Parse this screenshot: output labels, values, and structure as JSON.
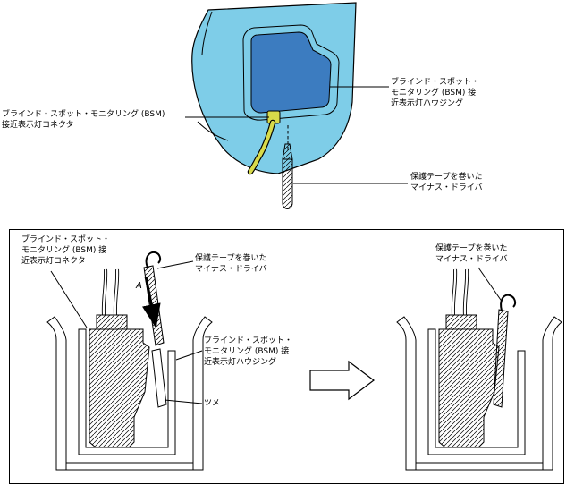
{
  "colors": {
    "background": "#ffffff",
    "panel_blue": "#7ecde8",
    "housing_blue": "#3c7cc0",
    "wire_yellow": "#d8da4a",
    "line": "#000000"
  },
  "top_figure": {
    "connector_label": "ブラインド・スポット・モニタリング (BSM)\n接近表示灯コネクタ",
    "housing_label": "ブラインド・スポット・\nモニタリング (BSM) 接\n近表示灯ハウジング",
    "screwdriver_label": "保護テープを巻いた\nマイナス・ドライバ"
  },
  "procedure_figure": {
    "connector_label": "ブラインド・スポット・\nモニタリング (BSM) 接\n近表示灯コネクタ",
    "screwdriver_label_left": "保護テープを巻いた\nマイナス・ドライバ",
    "housing_label": "ブラインド・スポット・\nモニタリング (BSM) 接\n近表示灯ハウジング",
    "tab_label": "ツメ",
    "point_a_label": "A",
    "screwdriver_label_right": "保護テープを巻いた\nマイナス・ドライバ"
  }
}
